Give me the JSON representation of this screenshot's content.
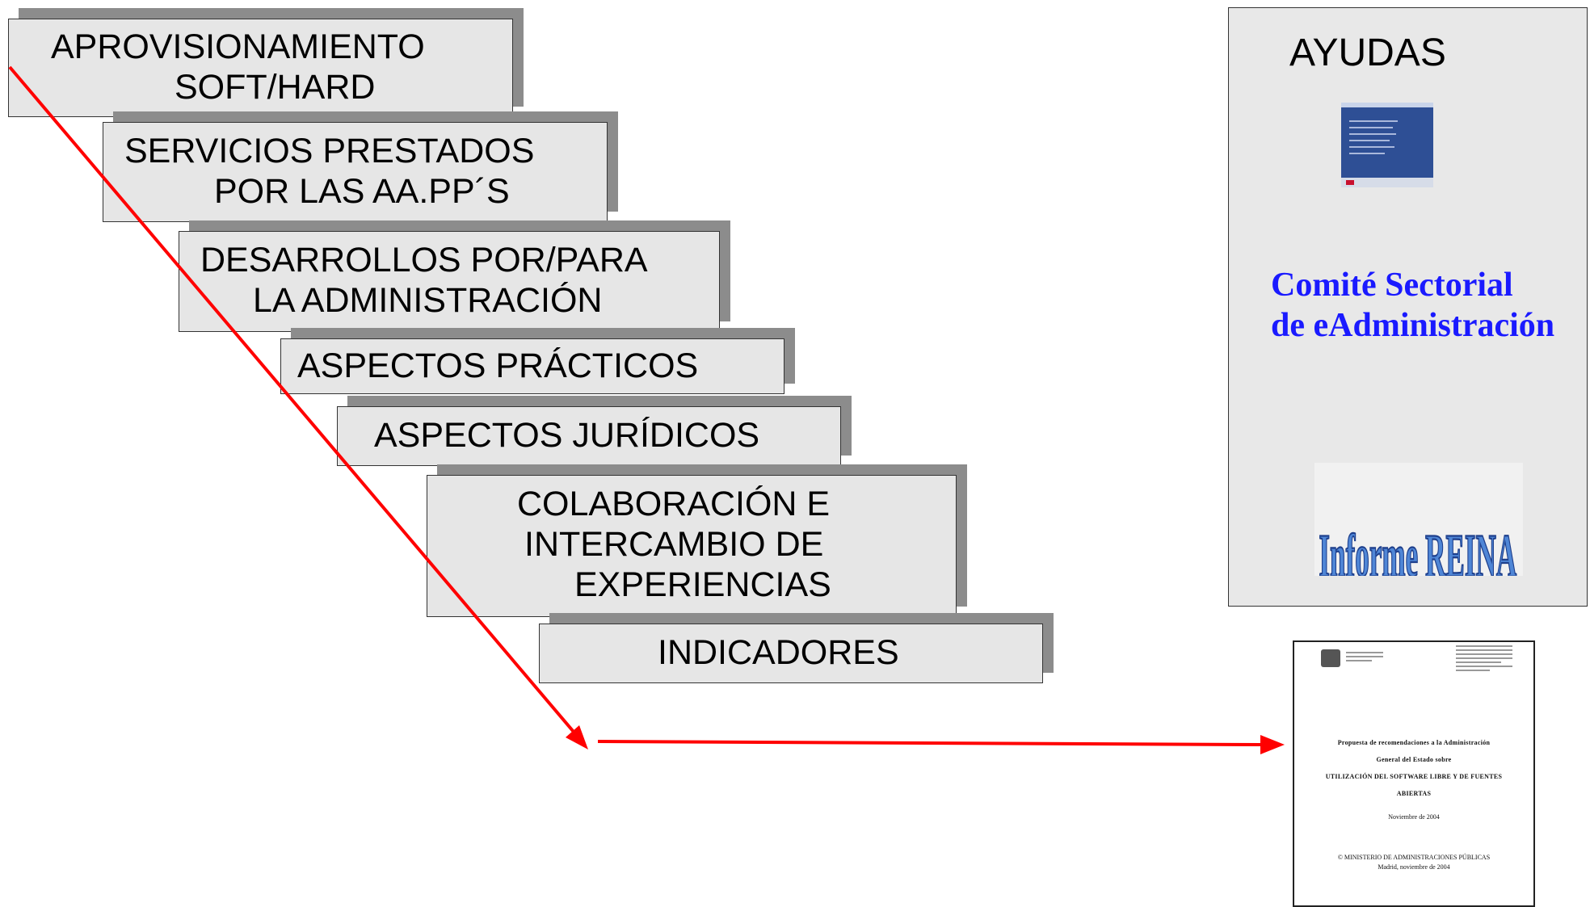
{
  "steps": [
    {
      "lines": [
        "APROVISIONAMIENTO",
        "SOFT/HARD"
      ]
    },
    {
      "lines": [
        "SERVICIOS PRESTADOS",
        "POR LAS AA.PP´S"
      ]
    },
    {
      "lines": [
        "DESARROLLOS POR/PARA",
        "LA ADMINISTRACIÓN"
      ]
    },
    {
      "lines": [
        "ASPECTOS PRÁCTICOS"
      ]
    },
    {
      "lines": [
        "ASPECTOS JURÍDICOS"
      ]
    },
    {
      "lines": [
        "COLABORACIÓN E",
        "INTERCAMBIO DE",
        "EXPERIENCIAS"
      ]
    },
    {
      "lines": [
        "INDICADORES"
      ]
    }
  ],
  "ayudas": {
    "title": "AYUDAS",
    "committee_line1": "Comité Sectorial",
    "committee_line2": "de eAdministración",
    "logo_text": "Informe REINA"
  },
  "document": {
    "title_line1": "Propuesta de recomendaciones a la Administración",
    "title_line2": "General del Estado sobre",
    "title_line3": "UTILIZACIÓN DEL SOFTWARE LIBRE Y DE FUENTES",
    "title_line4": "ABIERTAS",
    "date": "Noviembre de 2004",
    "copyright": "© MINISTERIO DE ADMINISTRACIONES PÚBLICAS",
    "place": "Madrid, noviembre de 2004"
  },
  "colors": {
    "arrow": "#ff0000",
    "committee_text": "#1a1aff",
    "box_fill": "#e6e6e6",
    "box_shadow": "#8c8c8c"
  }
}
